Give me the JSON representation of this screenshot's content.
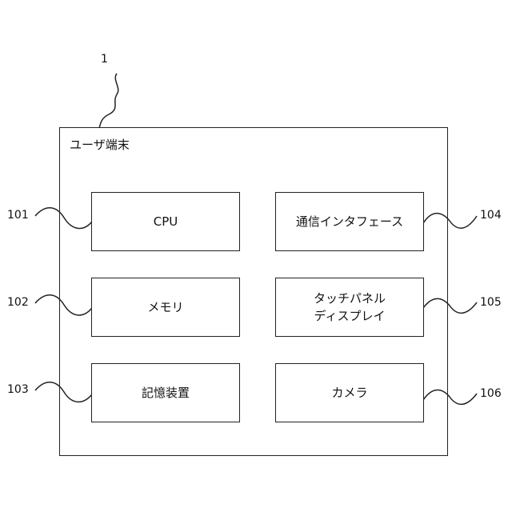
{
  "diagram": {
    "device_ref": "1",
    "device_label": "ユーザ端末",
    "left_components": [
      {
        "label": "CPU",
        "ref": "101"
      },
      {
        "label": "メモリ",
        "ref": "102"
      },
      {
        "label": "記憶装置",
        "ref": "103"
      }
    ],
    "right_components": [
      {
        "label": "通信インタフェース",
        "ref": "104"
      },
      {
        "label": "タッチパネル\nディスプレイ",
        "ref": "105"
      },
      {
        "label": "カメラ",
        "ref": "106"
      }
    ]
  }
}
